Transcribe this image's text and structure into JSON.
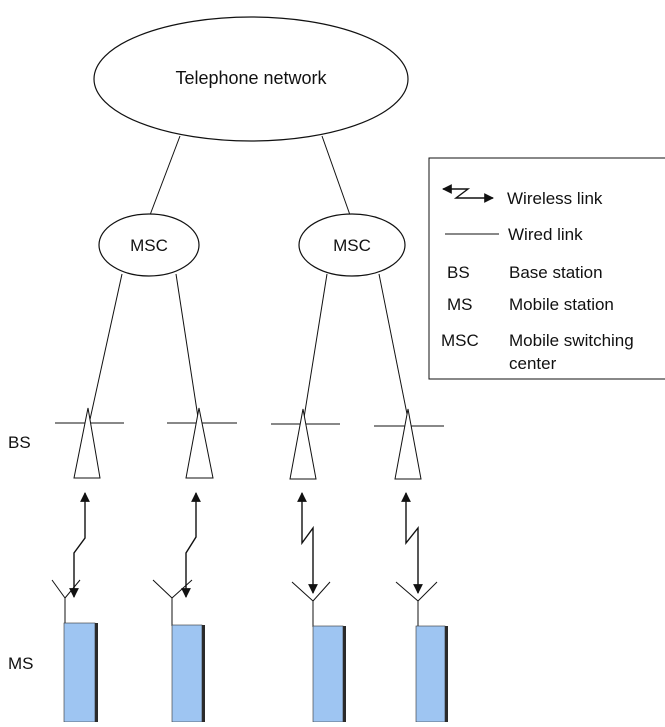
{
  "network": {
    "label": "Telephone network"
  },
  "msc": [
    {
      "label": "MSC"
    },
    {
      "label": "MSC"
    }
  ],
  "row_labels": {
    "bs": "BS",
    "ms": "MS"
  },
  "legend": {
    "wireless_link": "Wireless link",
    "wired_link": "Wired link",
    "bs_abbr": "BS",
    "bs_desc": "Base station",
    "ms_abbr": "MS",
    "ms_desc": "Mobile station",
    "msc_abbr": "MSC",
    "msc_desc_line1": "Mobile switching",
    "msc_desc_line2": "center"
  },
  "colors": {
    "line": "#111111",
    "ellipse_fill": "#ffffff",
    "phone_fill": "#9ec5f2",
    "phone_shadow": "#2a2a2a"
  }
}
